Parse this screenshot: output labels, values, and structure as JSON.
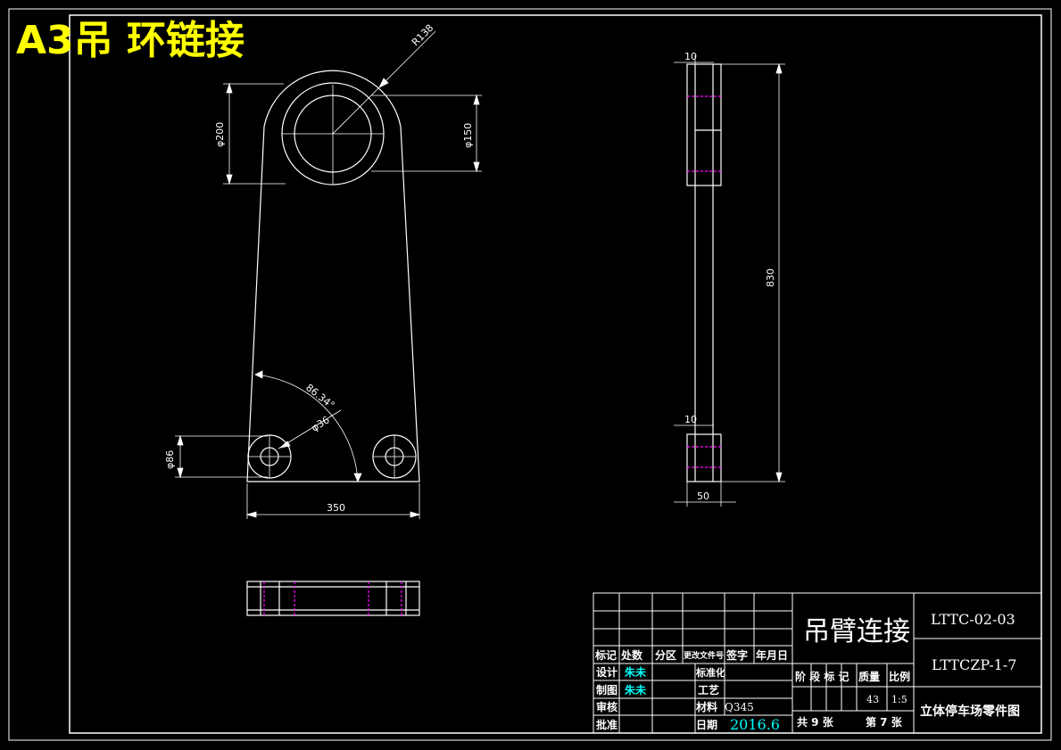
{
  "sheet": {
    "banner": "A3吊 环链接"
  },
  "front_view": {
    "dim_r": "R138",
    "dim_d200": "φ200",
    "dim_d150": "φ150",
    "dim_angle": "86.34°",
    "dim_d36": "φ36",
    "dim_d86": "φ86",
    "dim_350": "350"
  },
  "side_view": {
    "dim_10_top": "10",
    "dim_830": "830",
    "dim_10_bottom": "10",
    "dim_50": "50"
  },
  "title_block": {
    "part_name": "吊臂连接",
    "drawing_no": "LTTC-02-03",
    "part_no": "LTTCZP-1-7",
    "company": "立体停车场零件图",
    "header_row": [
      "标记",
      "处数",
      "分区",
      "更改文件号",
      "签字",
      "年月日"
    ],
    "design_label": "设计",
    "design_name": "朱未",
    "draw_label": "制图",
    "draw_name": "朱未",
    "check_label": "审核",
    "approve_label": "批准",
    "standard_label": "标准化",
    "process_label": "工艺",
    "material_label": "材料",
    "material_value": "Q345",
    "date_label": "日期",
    "date_value": "2016.6",
    "stage_header": [
      "阶 段 标 记",
      "质量",
      "比例"
    ],
    "weight": "43",
    "scale": "1:5",
    "total_sheets": "共 9 张",
    "sheet_no": "第 7 张"
  },
  "colors": {
    "line": "#ffffff",
    "banner": "#ffff00",
    "name_cyan": "#00ffff",
    "hidden": "#ff00ff"
  }
}
